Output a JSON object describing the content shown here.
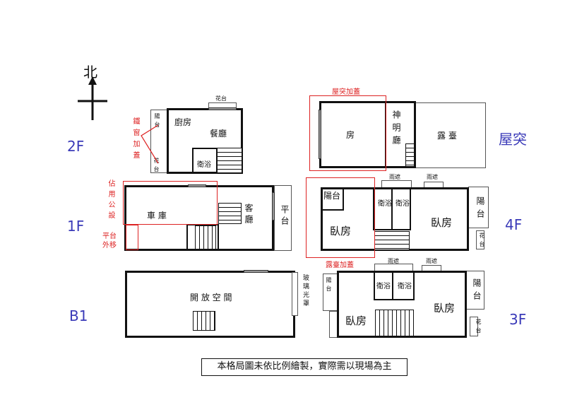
{
  "north": "北",
  "floors": {
    "f2": "2F",
    "f1": "1F",
    "b1": "B1",
    "roof": "屋突",
    "f4": "4F",
    "f3": "3F"
  },
  "f2": {
    "kitchen": "廚房",
    "dining": "餐廳",
    "bath": "衛浴",
    "balcony": "陽台",
    "planter_top": "花台",
    "planter_side": "花台",
    "note": "鐵窗加蓋"
  },
  "f1": {
    "garage": "車 庫",
    "living": "客廳",
    "terrace": "平台",
    "note1": "佔用公設",
    "note2": "平台外移"
  },
  "b1": {
    "open": "開 放 空 間",
    "glass": "玻璃光罩"
  },
  "roof": {
    "room": "房",
    "shrine": "神明廳",
    "deck": "露 臺",
    "note": "屋突加蓋"
  },
  "f4": {
    "balcony_l": "陽台",
    "bath1": "衛浴",
    "bath2": "衛浴",
    "bed_l": "臥房",
    "bed_r": "臥房",
    "balcony_r": "陽台",
    "planter": "花台",
    "canopy1": "雨遮",
    "canopy2": "雨遮",
    "note": "露臺加蓋"
  },
  "f3": {
    "balcony_l": "陽台",
    "bath1": "衛浴",
    "bath2": "衛浴",
    "bed_l": "臥房",
    "bed_r": "臥房",
    "balcony_r": "陽台",
    "planter": "花台",
    "canopy1": "雨遮",
    "canopy2": "雨遮"
  },
  "caption": "本格局圖未依比例繪製，實際需以現場為主"
}
